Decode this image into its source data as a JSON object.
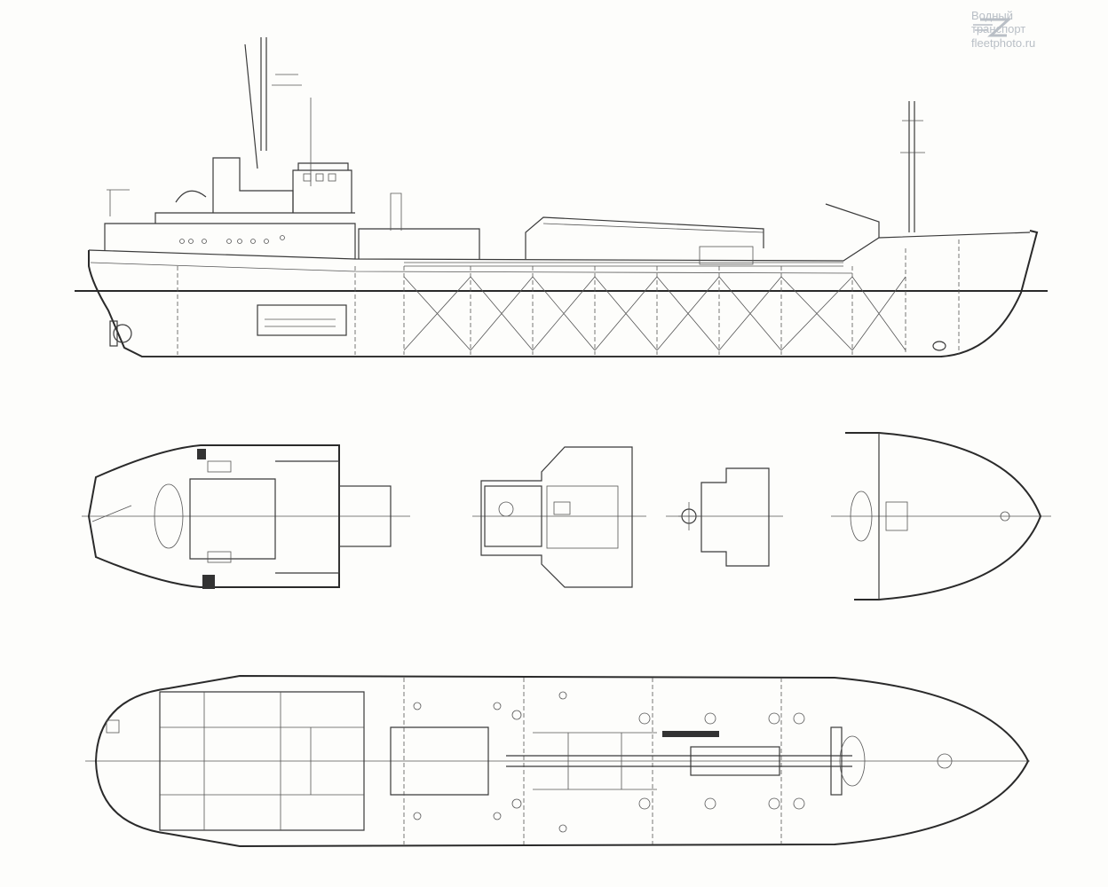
{
  "watermark": {
    "line1": "Водный",
    "line2": "транспорт",
    "line3": "fleetphoto.ru"
  },
  "drawing": {
    "views": [
      "side-profile",
      "upper-deck-plan",
      "bridge-deck-plan",
      "wheelhouse-top-plan",
      "forecastle-plan",
      "main-deck-plan"
    ],
    "line_color": "#333333",
    "watermark_color": "#b9bfc6"
  }
}
